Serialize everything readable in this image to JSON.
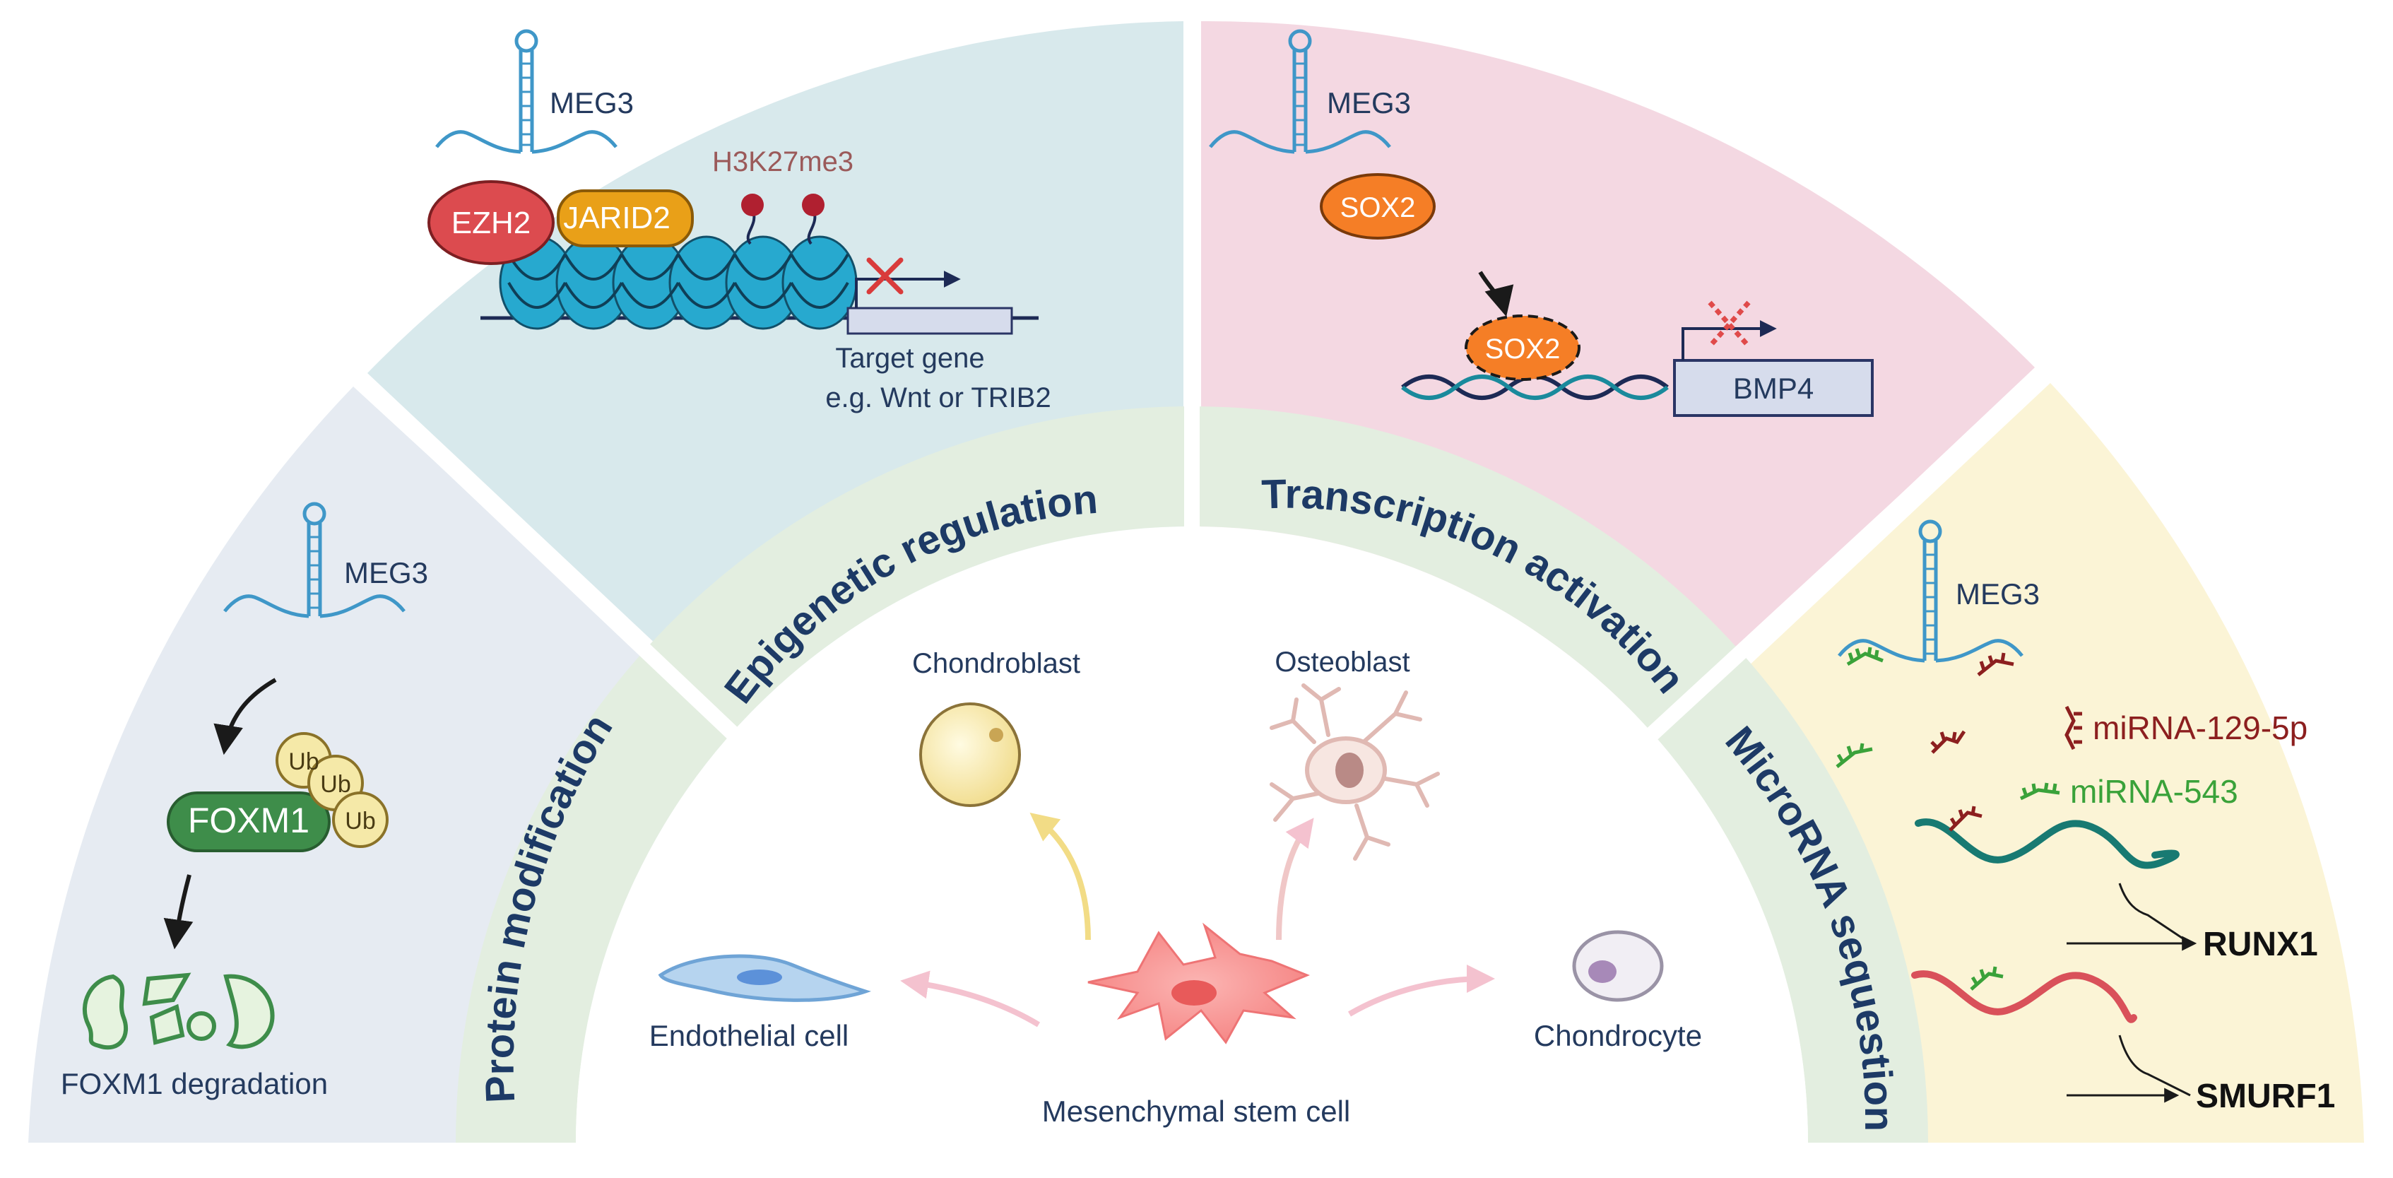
{
  "sections": {
    "protein_modification": "Protein modification",
    "epigenetic_regulation": "Epigenetic regulation",
    "transcription_activation": "Transcription activation",
    "microrna_sequestion": "MicroRNA sequestion"
  },
  "center": {
    "chondroblast": "Chondroblast",
    "osteoblast": "Osteoblast",
    "endothelial_cell": "Endothelial cell",
    "chondrocyte": "Chondrocyte",
    "mesenchymal_stem_cell": "Mesenchymal stem cell"
  },
  "protein_panel": {
    "meg3": "MEG3",
    "ub": "Ub",
    "foxm1": "FOXM1",
    "degradation": "FOXM1 degradation"
  },
  "epigenetic_panel": {
    "meg3": "MEG3",
    "ezh2": "EZH2",
    "jarid2": "JARID2",
    "h3k27me3": "H3K27me3",
    "target_gene": "Target gene",
    "target_example": "e.g. Wnt or TRIB2"
  },
  "transcription_panel": {
    "meg3": "MEG3",
    "sox2": "SOX2",
    "bmp4": "BMP4"
  },
  "microrna_panel": {
    "meg3": "MEG3",
    "mirna_129": "miRNA-129-5p",
    "mirna_543": "miRNA-543",
    "runx1": "RUNX1",
    "smurf1": "SMURF1"
  },
  "colors": {
    "panel_protein": "#e6ebf2",
    "panel_epigenetic": "#d8e9ec",
    "panel_transcription": "#f4d8e2",
    "panel_microrna": "#fbf4d6",
    "ring": "#e3eee0",
    "meg3_rna": "#3f97c8",
    "ezh2": "#dc4b4f",
    "jarid2": "#e9a018",
    "sox2": "#f57e26",
    "foxm1": "#3e8d4a",
    "ub": "#f5e9a8",
    "nucleosome": "#27a9cf",
    "mirna_129": "#8c1f1f",
    "mirna_543": "#3aa23a",
    "mrna_runx1": "#187a72",
    "mrna_smurf1": "#d9515a"
  }
}
